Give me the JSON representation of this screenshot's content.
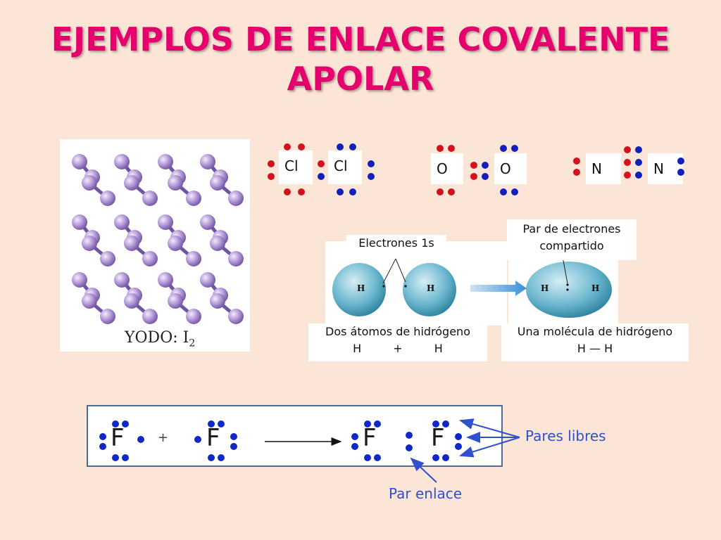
{
  "slide": {
    "title_line1": "EJEMPLOS DE ENLACE COVALENTE",
    "title_line2": "APOLAR"
  },
  "iodine": {
    "caption": "YODO: I",
    "subscript": "2"
  },
  "lewis_pairs": {
    "chlorine": [
      "Cl",
      "Cl"
    ],
    "oxygen": [
      "O",
      "O"
    ],
    "nitrogen": [
      "N",
      "N"
    ]
  },
  "hydrogen_diagram": {
    "label_electrons_1s": "Electrones 1s",
    "label_shared_pair_line1": "Par de electrones",
    "label_shared_pair_line2": "compartido",
    "caption_left_line1": "Dos átomos de hidrógeno",
    "caption_left_h1": "H",
    "caption_left_plus": "+",
    "caption_left_h2": "H",
    "caption_right_line1": "Una molécula de hidrógeno",
    "caption_right_formula": "H — H",
    "atom_symbol": "H",
    "colors": {
      "sphere": "#5fb0cc",
      "arrow": "#3b8fd6"
    }
  },
  "fluorine_diagram": {
    "atom_symbol": "F",
    "plus": "+",
    "label_lone_pairs": "Pares libres",
    "label_bond_pair": "Par enlace",
    "colors": {
      "dots": "#1028c8",
      "label": "#3050d0",
      "background": "#ffffff",
      "border": "#4a6aa0"
    }
  }
}
